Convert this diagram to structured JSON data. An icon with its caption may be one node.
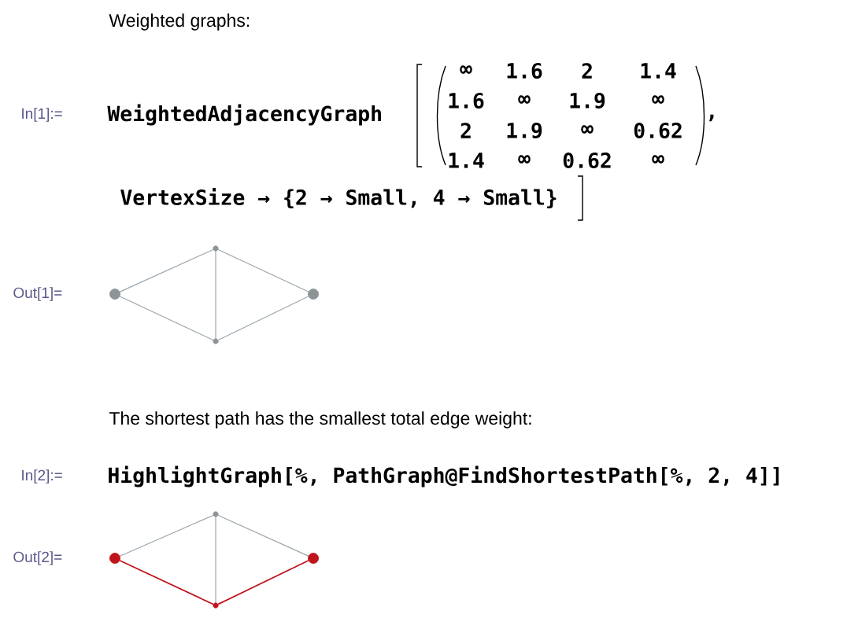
{
  "diagram": {
    "nodes": [
      {
        "text": [],
        "shape": "circle"
      },
      {
        "text": [],
        "shape": "circle"
      },
      {
        "text": [],
        "shape": "circle"
      },
      {
        "text": [],
        "shape": "circle"
      },
      {
        "text": [],
        "shape": "circle"
      },
      {
        "text": [],
        "shape": "circle"
      },
      {
        "text": [],
        "shape": "circle"
      },
      {
        "text": [],
        "shape": "circle"
      }
    ],
    "edges": [
      {
        "from": 0,
        "to": 1,
        "arrow": "none"
      },
      {
        "from": 0,
        "to": 2,
        "arrow": "none"
      },
      {
        "from": 1,
        "to": 2,
        "arrow": "none"
      },
      {
        "from": 1,
        "to": 3,
        "arrow": "none"
      },
      {
        "from": 2,
        "to": 3,
        "arrow": "none"
      },
      {
        "from": 4,
        "to": 5,
        "arrow": "none"
      },
      {
        "from": 4,
        "to": 6,
        "arrow": "none",
        "color": "#c0141c"
      },
      {
        "from": 5,
        "to": 6,
        "arrow": "none"
      },
      {
        "from": 5,
        "to": 7,
        "arrow": "none"
      },
      {
        "from": 6,
        "to": 7,
        "arrow": "none",
        "color": "#c0141c"
      }
    ],
    "labels": [
      "Weighted graphs:",
      "In[1]:=",
      "WeightedAdjacencyGraph",
      "∞",
      "1.6",
      "2",
      "1.4",
      "1.6",
      "∞",
      "1.9",
      "∞",
      "2",
      "1.9",
      "∞",
      "0.62",
      "1.4",
      "∞",
      "0.62",
      "∞",
      ",",
      "VertexSize → {2 → Small, 4 → Small}",
      "Out[1]=",
      "The shortest path has the smallest total edge weight:",
      "In[2]:=",
      "HighlightGraph[%, PathGraph@FindShortestPath[%, 2, 4]]",
      "Out[2]="
    ]
  }
}
